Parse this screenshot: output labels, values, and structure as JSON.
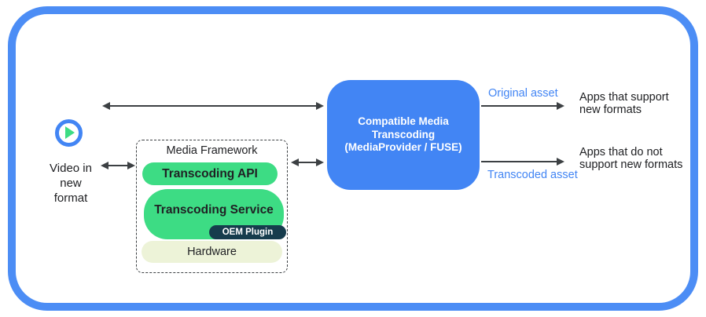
{
  "source": {
    "label": "Video in\nnew\nformat"
  },
  "media_framework": {
    "title": "Media Framework",
    "transcoding_api": "Transcoding API",
    "transcoding_service": "Transcoding Service",
    "oem_plugin": "OEM Plugin",
    "hardware": "Hardware"
  },
  "transcoder": {
    "label": "Compatible Media\nTranscoding\n(MediaProvider / FUSE)"
  },
  "flows": {
    "original_asset": "Original asset",
    "transcoded_asset": "Transcoded asset",
    "apps_support": "Apps that support\nnew formats",
    "apps_no_support": "Apps that do not\nsupport new formats"
  },
  "colors": {
    "frame_border": "#4C8DF5",
    "transcoder_fill": "#4285F4",
    "accent_green": "#3DDC84",
    "hardware_fill": "#EDF3D8",
    "oem_fill": "#163C4D",
    "arrow": "#3C4043",
    "flow_label_blue": "#4285F4"
  }
}
